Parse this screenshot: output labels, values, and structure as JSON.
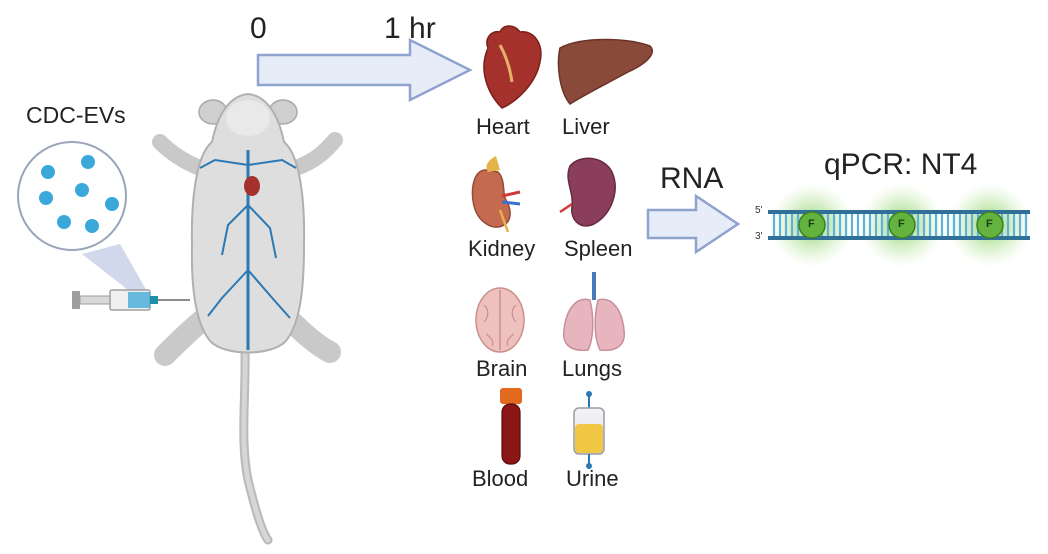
{
  "timeline": {
    "start": "0",
    "end": "1 hr"
  },
  "injection": {
    "label": "CDC-EVs"
  },
  "organs": [
    {
      "name": "Heart"
    },
    {
      "name": "Liver"
    },
    {
      "name": "Kidney"
    },
    {
      "name": "Spleen"
    },
    {
      "name": "Brain"
    },
    {
      "name": "Lungs"
    },
    {
      "name": "Blood"
    },
    {
      "name": "Urine"
    }
  ],
  "analysis": {
    "step": "RNA",
    "assay": "qPCR: NT4",
    "strand_top": "5'",
    "strand_bottom": "3'",
    "probe": "F"
  },
  "colors": {
    "arrow_fill": "#e6ecf8",
    "arrow_stroke": "#8fa3cf",
    "ev_particle": "#3aa8d8",
    "vessel": "#2a79b4",
    "heart": "#a4312c",
    "liver": "#8a4a3a",
    "kidney": "#c46a50",
    "spleen": "#8a3e5c",
    "brain": "#efc1be",
    "lungs": "#e6b5bd",
    "blood": "#8b1616",
    "urine": "#f2c744",
    "dna": "#3a8fb8",
    "probe_glow": "#6cc24a"
  }
}
